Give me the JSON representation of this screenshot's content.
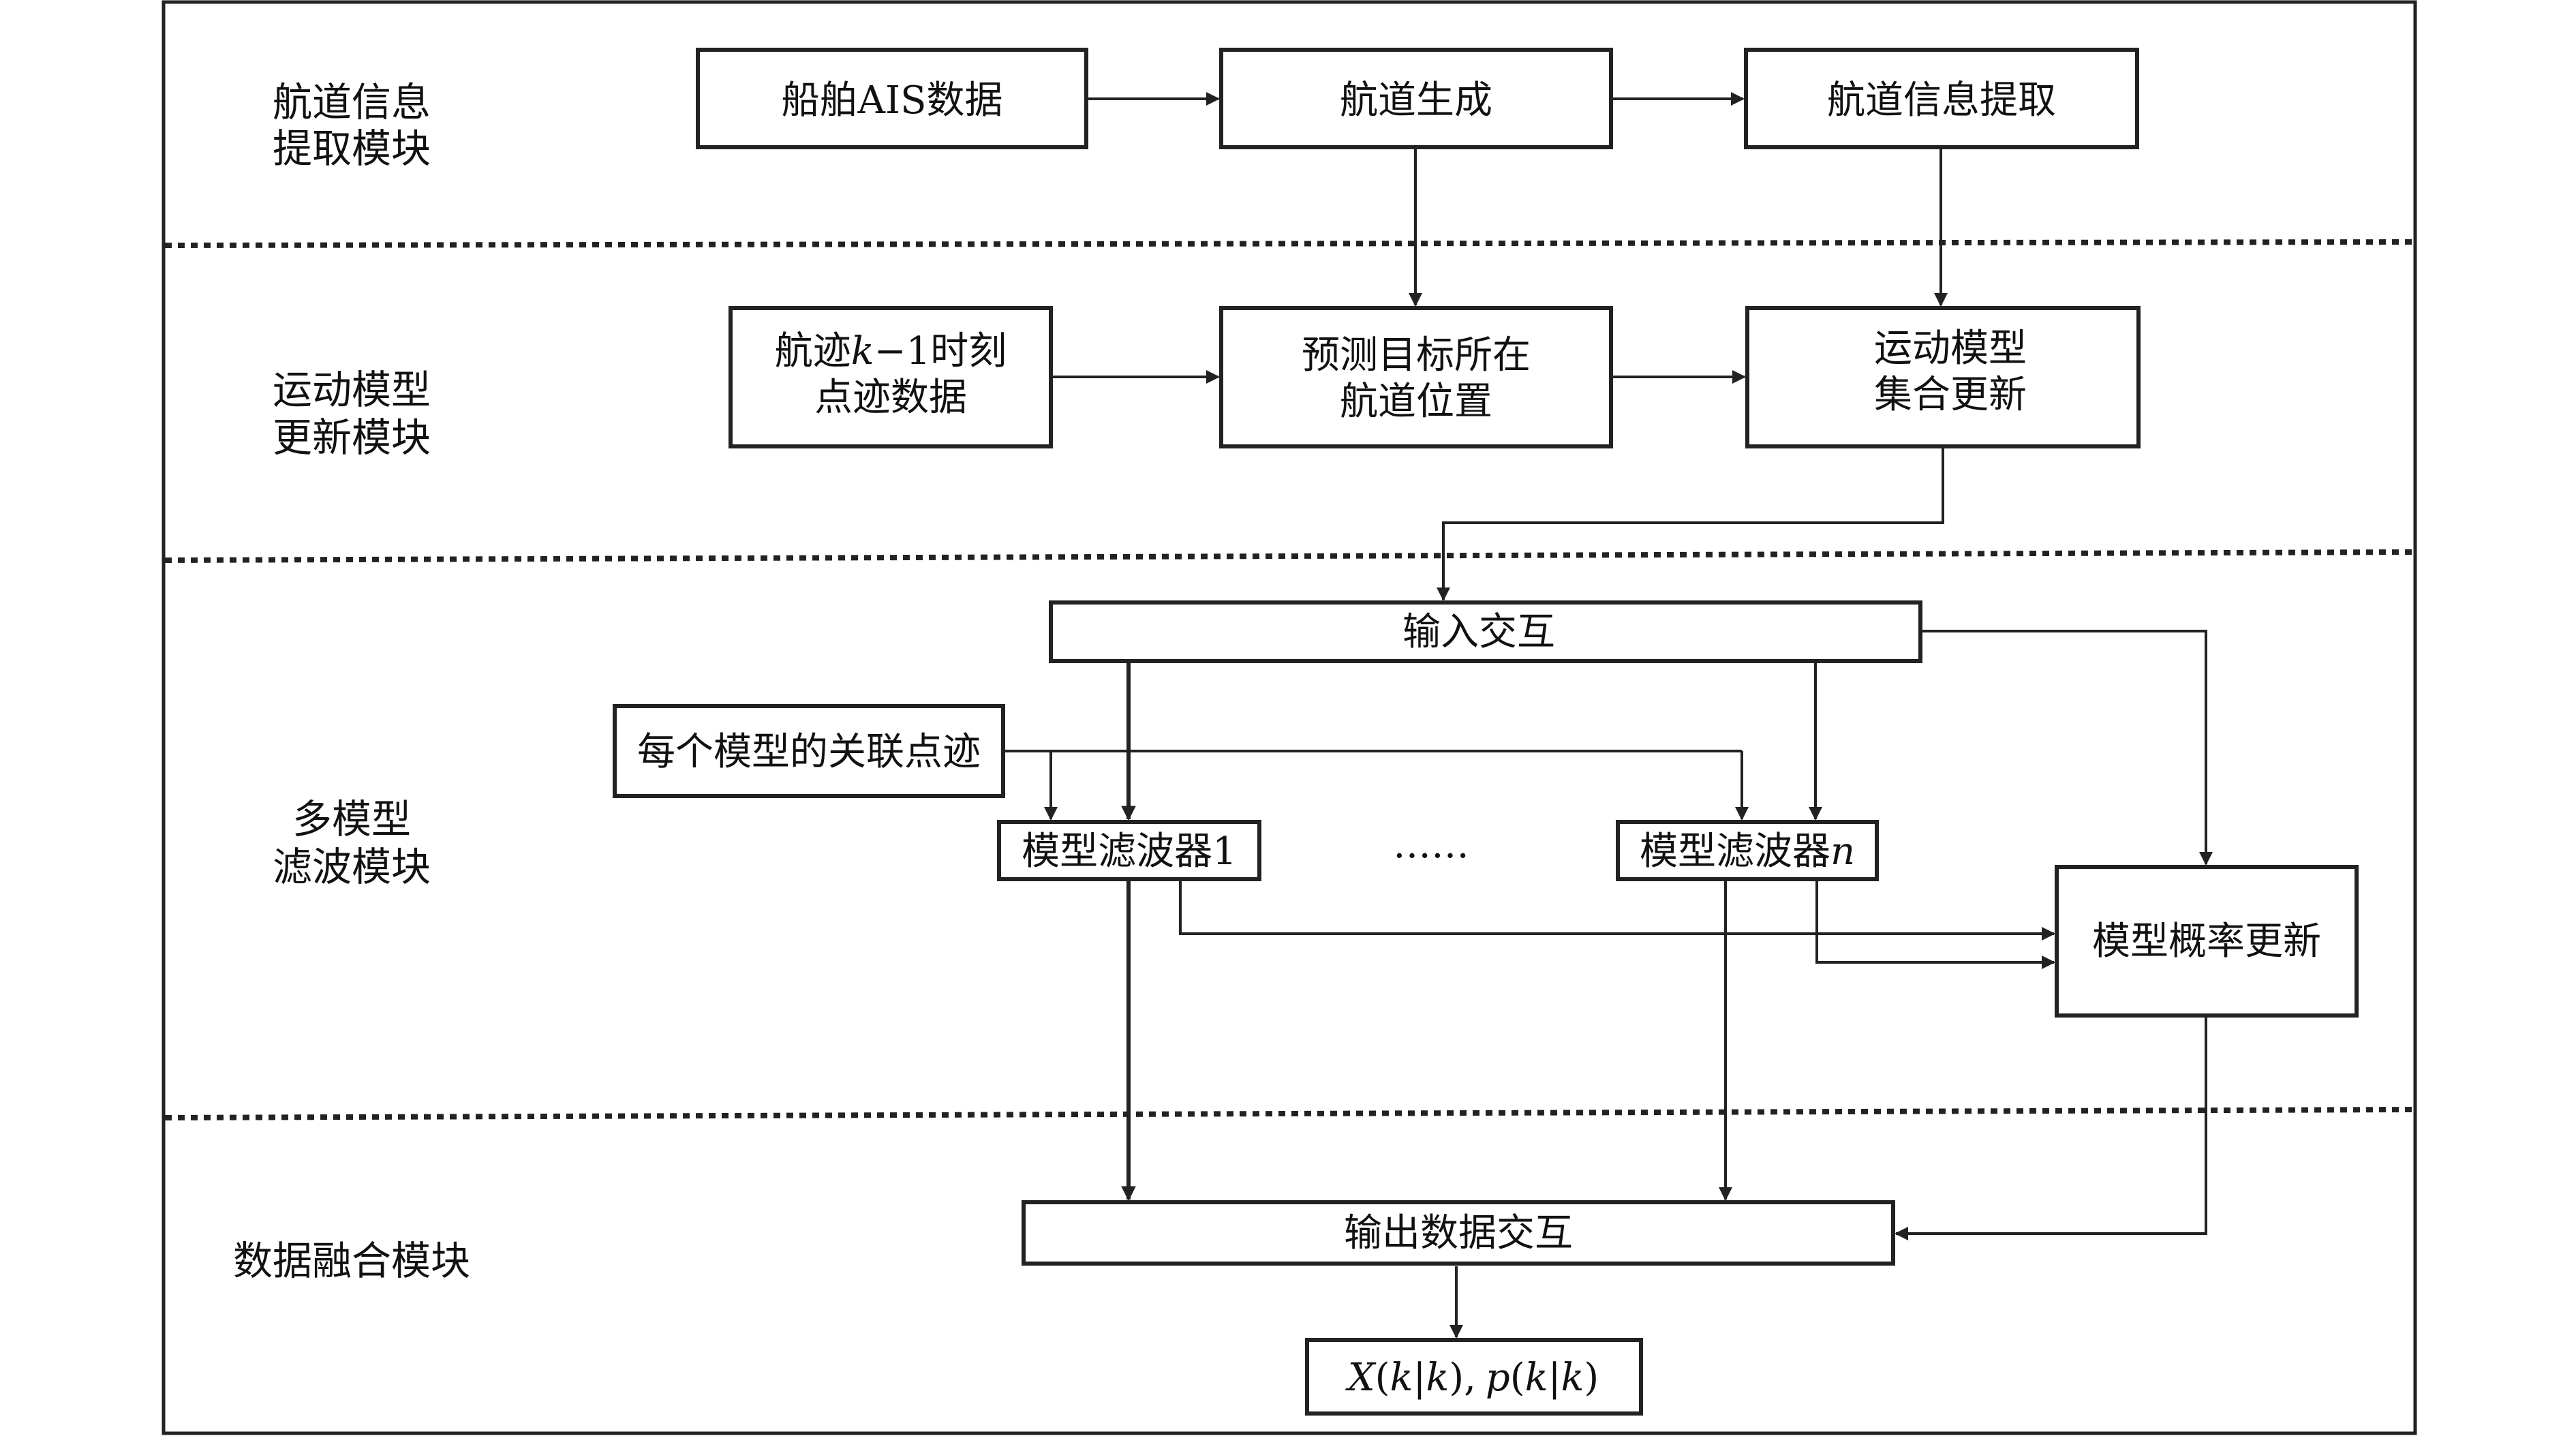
{
  "modules": {
    "channel_info": {
      "line1": "航道信息",
      "line2": "提取模块"
    },
    "motion_update": {
      "line1": "运动模型",
      "line2": "更新模块"
    },
    "multi_model": {
      "line1": "多模型",
      "line2": "滤波模块"
    },
    "data_fusion": {
      "line1": "数据融合模块"
    }
  },
  "nodes": {
    "ais_data": "船舶AIS数据",
    "channel_generation": "航道生成",
    "channel_info_extraction": "航道信息提取",
    "track_prefix": "航迹",
    "track_k": "k",
    "track_suffix": "−1时刻",
    "track_line2": "点迹数据",
    "predict_line1": "预测目标所在",
    "predict_line2": "航道位置",
    "model_set_line1": "运动模型",
    "model_set_line2": "集合更新",
    "input_interaction": "输入交互",
    "associated_tracks": "每个模型的关联点迹",
    "filter_1": "模型滤波器1",
    "ellipsis": "……",
    "filter_n_prefix": "模型滤波器",
    "filter_n_suffix": "n",
    "prob_update": "模型概率更新",
    "output_interaction": "输出数据交互"
  },
  "output": {
    "X": "X",
    "open1": "(",
    "k1": "k",
    "bar1": "|",
    "k2": "k",
    "close1": "),",
    "p": "p",
    "open2": "(",
    "k3": "k",
    "bar2": "|",
    "k4": "k",
    "close2": ")"
  }
}
